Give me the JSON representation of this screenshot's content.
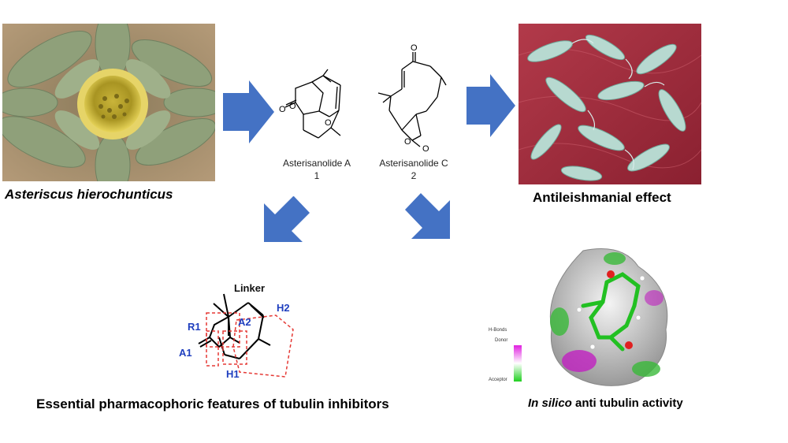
{
  "plant": {
    "caption": "Asteriscus hierochunticus"
  },
  "compound1": {
    "name": "Asterisanolide A",
    "number": "1"
  },
  "compound2": {
    "name": "Asterisanolide C",
    "number": "2"
  },
  "leishmania": {
    "caption": "Antileishmanial effect"
  },
  "pharmacophore": {
    "caption": "Essential pharmacophoric features of tubulin inhibitors",
    "labels": {
      "linker": "Linker",
      "h2": "H2",
      "r1": "R1",
      "a2": "A2",
      "a1": "A1",
      "h1": "H1"
    }
  },
  "docking": {
    "caption_italic": "In silico",
    "caption_rest": " anti tubulin activity",
    "legend": {
      "title": "H-Bonds",
      "donor": "Donor",
      "acceptor": "Acceptor"
    }
  },
  "colors": {
    "arrow": "#4472C4",
    "dashed_box": "#E53935",
    "label_blue": "#1F3FBF"
  }
}
